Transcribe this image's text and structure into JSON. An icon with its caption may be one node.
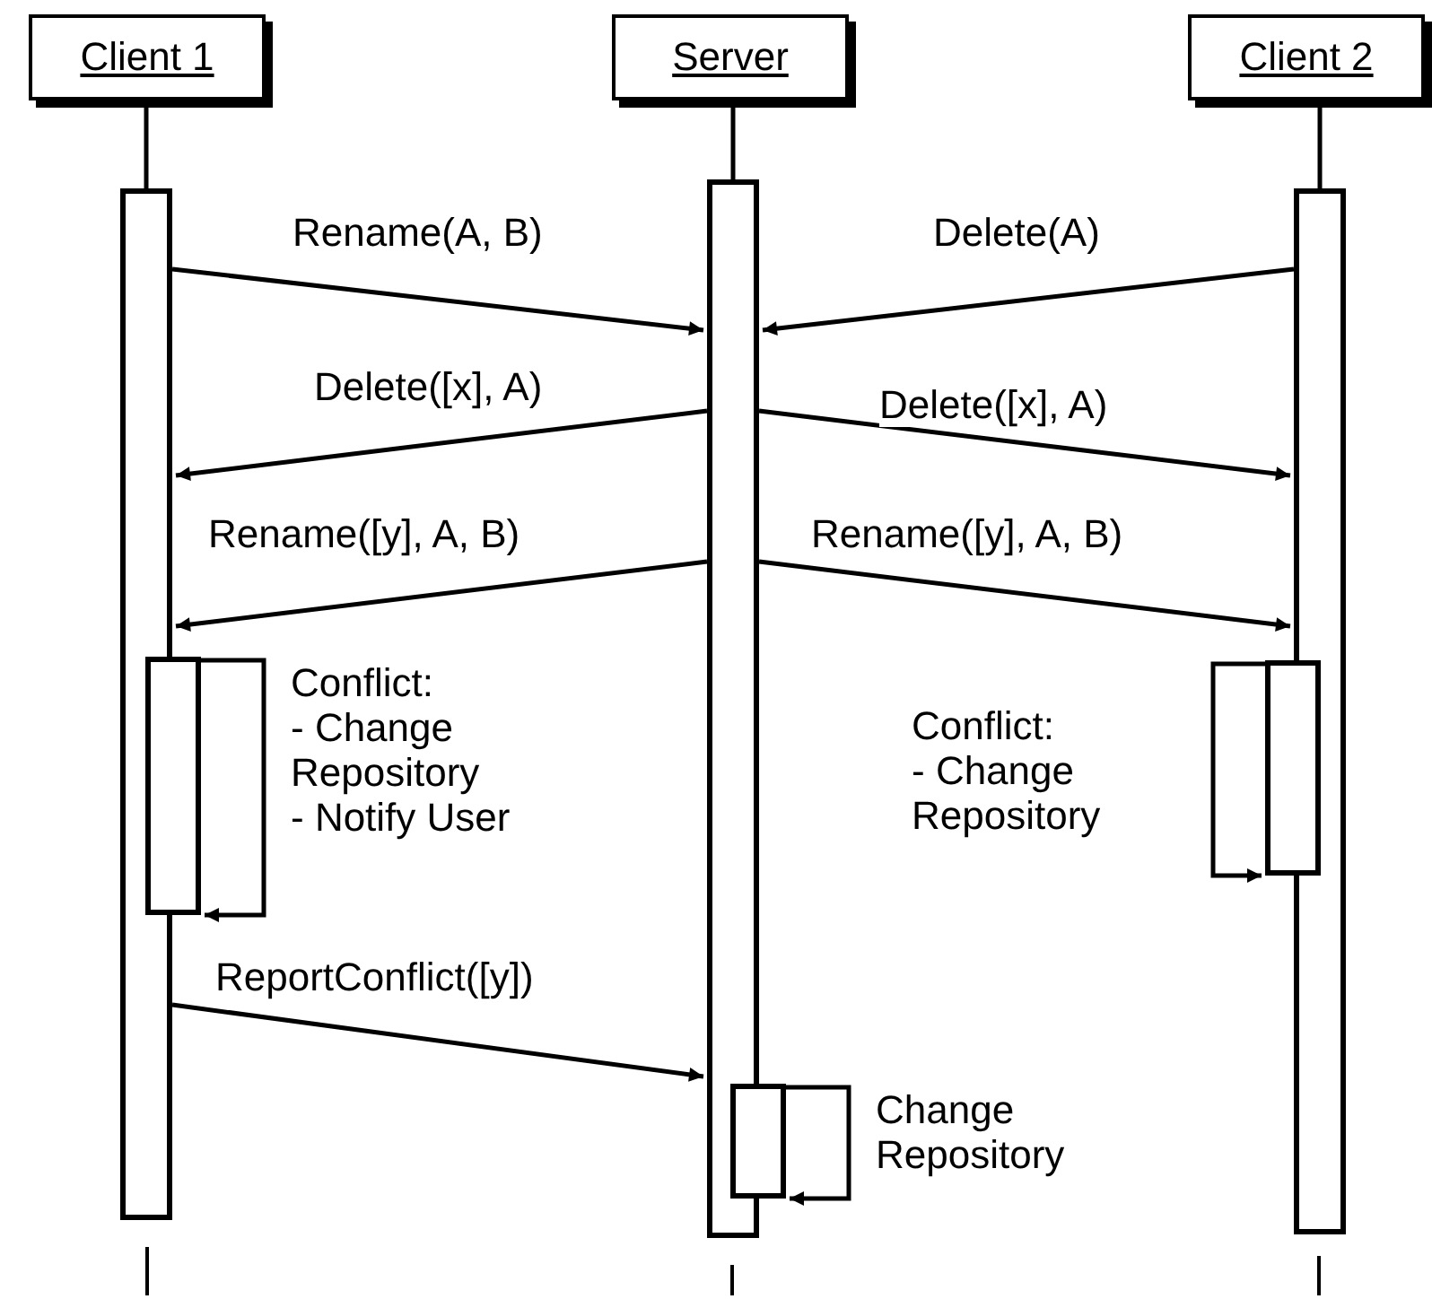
{
  "diagram": {
    "nodes": [
      {
        "text": [
          "Client 1"
        ]
      },
      {
        "text": [
          "Server"
        ]
      },
      {
        "text": [
          "Client 2"
        ]
      },
      {
        "text": [],
        "shape": "bar"
      },
      {
        "text": [],
        "shape": "bar"
      },
      {
        "text": [],
        "shape": "bar"
      },
      {
        "text": [],
        "shape": "bar"
      },
      {
        "text": [],
        "shape": "bar"
      },
      {
        "text": [],
        "shape": "bar"
      }
    ],
    "edges": [
      {
        "from": 0,
        "to": 3,
        "arrow": "none"
      },
      {
        "from": 1,
        "to": 4,
        "arrow": "none"
      },
      {
        "from": 2,
        "to": 5,
        "arrow": "none"
      },
      {
        "from": 3,
        "to": 4,
        "arrow": "to",
        "label": "Rename(A, B)"
      },
      {
        "from": 5,
        "to": 4,
        "arrow": "to",
        "label": "Delete(A)"
      },
      {
        "from": 4,
        "to": 3,
        "arrow": "to",
        "label": "Delete([x], A)"
      },
      {
        "from": 4,
        "to": 5,
        "arrow": "to",
        "label": "Delete([x], A)"
      },
      {
        "from": 4,
        "to": 3,
        "arrow": "to",
        "label": "Rename([y], A, B)"
      },
      {
        "from": 4,
        "to": 5,
        "arrow": "to",
        "label": "Rename([y], A, B)"
      },
      {
        "from": 6,
        "to": 6,
        "arrow": "to",
        "label": "Conflict: - Change Repository - Notify User"
      },
      {
        "from": 7,
        "to": 7,
        "arrow": "to",
        "label": "Conflict: - Change Repository"
      },
      {
        "from": 3,
        "to": 4,
        "arrow": "to",
        "label": "ReportConflict([y])"
      },
      {
        "from": 8,
        "to": 8,
        "arrow": "to",
        "label": "Change Repository"
      }
    ]
  }
}
